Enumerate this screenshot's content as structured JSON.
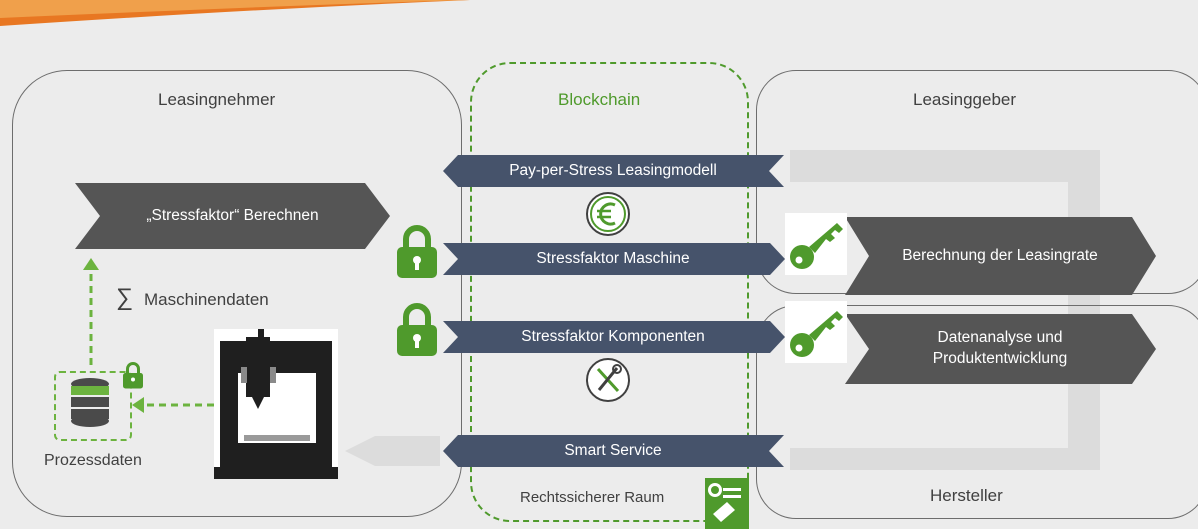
{
  "lessee": {
    "title": "Leasingnehmer",
    "compute_label": "„Stressfaktor“ Berechnen",
    "machine_data_label": "Maschinendaten",
    "sum_symbol": "∑",
    "process_data_label": "Prozessdaten"
  },
  "blockchain": {
    "title": "Blockchain",
    "secure_space_label": "Rechtssicherer Raum"
  },
  "lessor": {
    "title": "Leasinggeber",
    "rate_label": "Berechnung der Leasingrate"
  },
  "manufacturer": {
    "title": "Hersteller",
    "analysis_line1": "Datenanalyse und",
    "analysis_line2": "Produktentwicklung"
  },
  "flows": {
    "pay_per_stress": "Pay-per-Stress Leasingmodell",
    "stress_machine": "Stressfaktor Maschine",
    "stress_components": "Stressfaktor Komponenten",
    "smart_service": "Smart Service"
  },
  "colors": {
    "accent_orange": "#e87722",
    "green": "#4f9a2c",
    "dark_navy": "#46536b",
    "dark_grey": "#555555",
    "light_arrow": "#dcdcdc"
  }
}
